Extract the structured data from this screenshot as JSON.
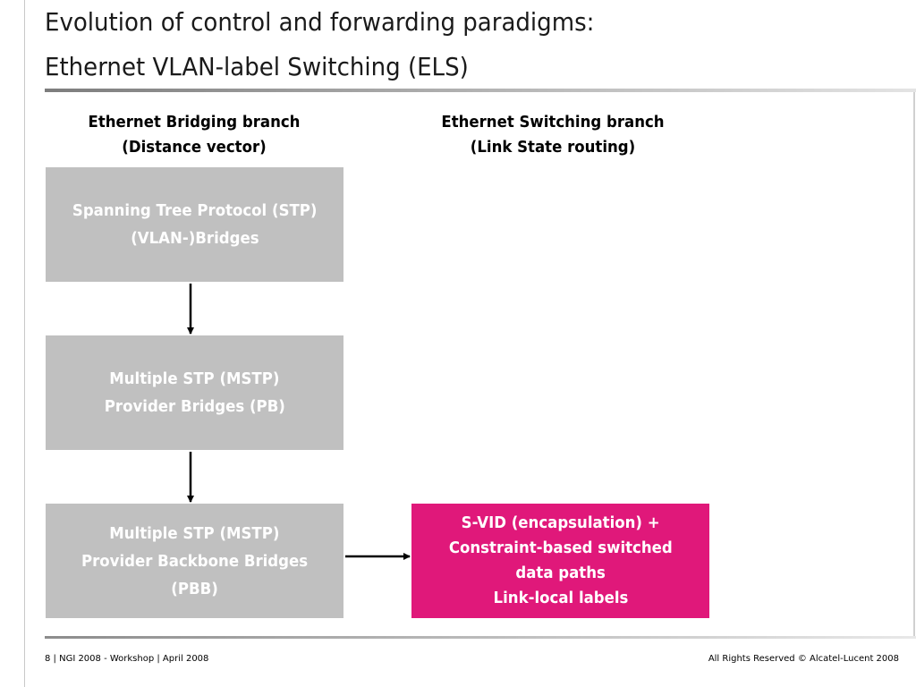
{
  "slide": {
    "title_line1": "Evolution of control and forwarding paradigms:",
    "title_line2": "Ethernet VLAN-label Switching (ELS)"
  },
  "columns": {
    "bridging": {
      "line1": "Ethernet Bridging branch",
      "line2": "(Distance vector)"
    },
    "switching": {
      "line1": "Ethernet Switching branch",
      "line2": "(Link State routing)"
    }
  },
  "boxes": {
    "stp": {
      "line1": "Spanning Tree Protocol (STP)",
      "line2": "(VLAN-)Bridges"
    },
    "mstp_pb": {
      "line1": "Multiple STP (MSTP)",
      "line2": "Provider Bridges (PB)"
    },
    "mstp_pbb": {
      "line1": "Multiple STP (MSTP)",
      "line2": "Provider Backbone Bridges",
      "line3": "(PBB)"
    },
    "els": {
      "line1": "S-VID (encapsulation) +",
      "line2": "Constraint-based switched",
      "line3": "data paths",
      "line4": "Link-local labels"
    }
  },
  "colors": {
    "grey_box": "#c0c0c0",
    "accent_box": "#e0187a",
    "arrow": "#000000"
  },
  "footer": {
    "left": "8 | NGI 2008 - Workshop  | April 2008",
    "right": "All Rights Reserved © Alcatel-Lucent 2008"
  }
}
